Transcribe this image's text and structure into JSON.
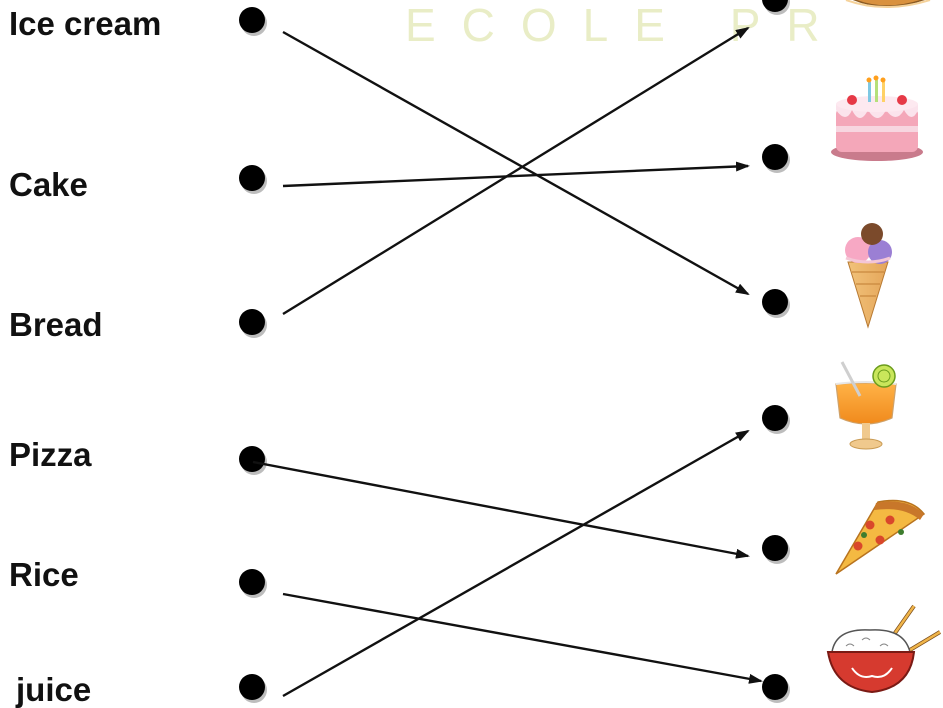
{
  "watermark": "ECOLE PR",
  "words": [
    "Ice cream",
    "Cake",
    "Bread",
    "Pizza",
    "Rice",
    "juice"
  ],
  "pictures": [
    {
      "name": "bread-image"
    },
    {
      "name": "cake-image"
    },
    {
      "name": "ice-cream-image"
    },
    {
      "name": "juice-image"
    },
    {
      "name": "pizza-image"
    },
    {
      "name": "rice-image"
    }
  ],
  "matches": [
    {
      "word": "Ice cream",
      "picture": "ice-cream-image"
    },
    {
      "word": "Cake",
      "picture": "cake-image"
    },
    {
      "word": "Bread",
      "picture": "bread-image"
    },
    {
      "word": "Pizza",
      "picture": "pizza-image"
    },
    {
      "word": "Rice",
      "picture": "rice-image"
    },
    {
      "word": "juice",
      "picture": "juice-image"
    }
  ],
  "colors": {
    "line": "#111111",
    "dot": "#000000",
    "dot_shadow": "#bdbdbd"
  }
}
